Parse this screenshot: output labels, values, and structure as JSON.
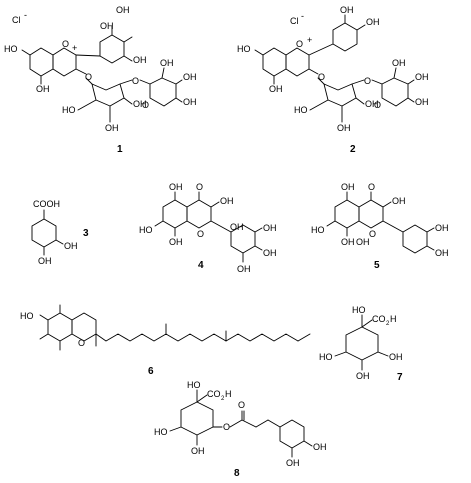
{
  "compounds": [
    {
      "number": "1",
      "labels": [
        "Cl",
        "-",
        "+",
        "OH",
        "OH",
        "OH",
        "HO",
        "O",
        "O",
        "OH",
        "O",
        "O",
        "HO",
        "OH",
        "OH",
        "OH",
        "OH",
        "OH"
      ]
    },
    {
      "number": "2",
      "labels": [
        "Cl",
        "-",
        "+",
        "OH",
        "OH",
        "HO",
        "O",
        "O",
        "OH",
        "O",
        "O",
        "HO",
        "OH",
        "OH",
        "OH",
        "OH",
        "OH"
      ]
    },
    {
      "number": "3",
      "labels": [
        "COOH",
        "OH",
        "OH"
      ]
    },
    {
      "number": "4",
      "labels": [
        "OH",
        "O",
        "OH",
        "HO",
        "O",
        "OH",
        "OH",
        "OH",
        "OH",
        "OH"
      ]
    },
    {
      "number": "5",
      "labels": [
        "OH",
        "O",
        "OH",
        "HO",
        "O",
        "OH",
        "OH",
        "OH",
        "OH"
      ]
    },
    {
      "number": "6",
      "labels": [
        "HO",
        "O"
      ]
    },
    {
      "number": "7",
      "labels": [
        "HO",
        "CO",
        "2",
        "H",
        "HO",
        "OH",
        "OH"
      ]
    },
    {
      "number": "8",
      "labels": [
        "HO",
        "CO",
        "2",
        "H",
        "O",
        "O",
        "HO",
        "OH",
        "OH",
        "OH"
      ]
    }
  ]
}
